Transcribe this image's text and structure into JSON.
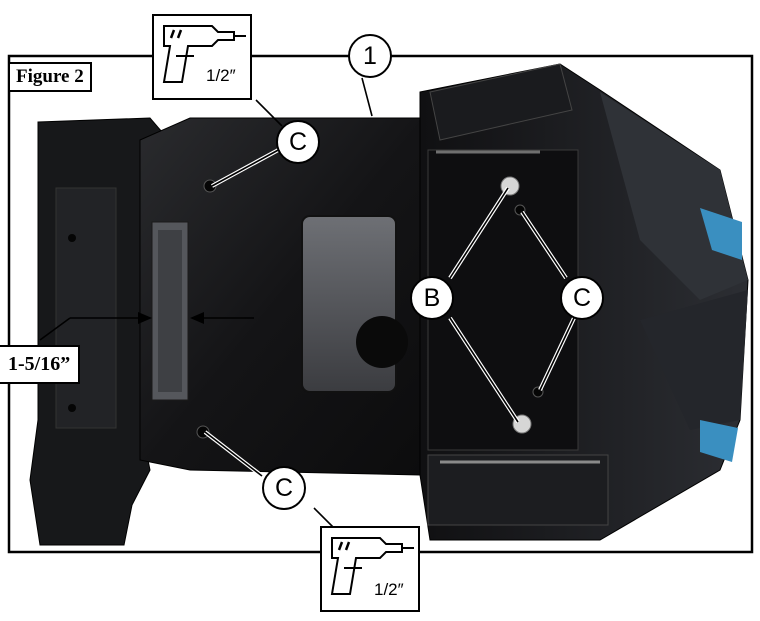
{
  "figure_label": "Figure 2",
  "measurement": "1-5/16”",
  "drill_size": "1/2″",
  "callouts": {
    "part_number": "1",
    "b": "B",
    "c": "C"
  },
  "icons": [
    "drill-icon"
  ],
  "colors": {
    "frame": "#000000",
    "part": "#1b1b1d",
    "part_highlight": "#4a4d52",
    "accent_blue": "#3a8fc0"
  }
}
